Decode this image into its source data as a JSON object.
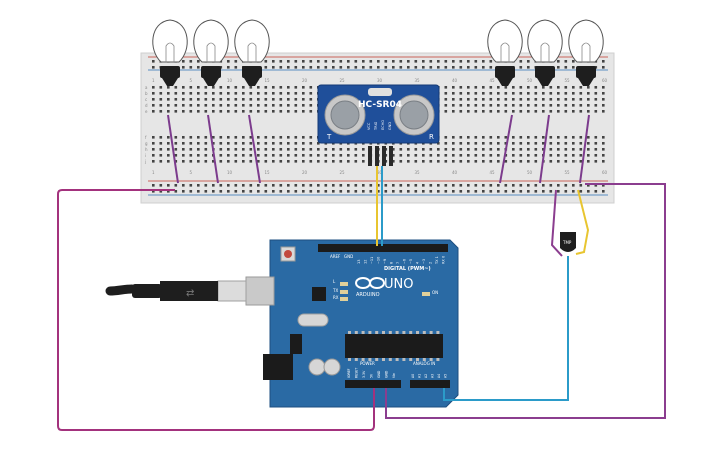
{
  "circuit": {
    "sensor": {
      "model": "HC-SR04",
      "left_mark": "T",
      "right_mark": "R",
      "pins": [
        "VCC",
        "TRIG",
        "ECHO",
        "GND"
      ]
    },
    "board": {
      "name": "UNO",
      "brand": "ARDUINO",
      "aref": "AREF",
      "gnd": "GND",
      "digital_header": "DIGITAL (PWM~)",
      "pin_labels": [
        "13",
        "12",
        "~11",
        "~10",
        "~9",
        "8",
        "7",
        "~6",
        "~5",
        "4",
        "~3",
        "2",
        "TX 1",
        "RX 0"
      ],
      "led_on": "ON",
      "led_tx": "TX",
      "led_rx": "RX",
      "led_l": "L",
      "power_header": "POWER",
      "power_pins": [
        "IOREF",
        "RESET",
        "3.3V",
        "5V",
        "GND",
        "GND",
        "Vin"
      ],
      "analog_header": "ANALOG IN",
      "analog_pins": [
        "A0",
        "A1",
        "A2",
        "A3",
        "A4",
        "A5"
      ]
    },
    "temp_sensor": {
      "label": "TMP"
    },
    "breadboard": {
      "column_numbers": [
        "1",
        "5",
        "10",
        "15",
        "20",
        "25",
        "30",
        "35",
        "40",
        "45",
        "50",
        "55",
        "60"
      ],
      "row_letters_top": [
        "a",
        "b",
        "c",
        "d",
        "e"
      ],
      "row_letters_bottom": [
        "f",
        "g",
        "h",
        "i",
        "j"
      ]
    },
    "lamps": {
      "left_count": 3,
      "right_count": 3
    },
    "colors": {
      "board": "#2a6aa4",
      "breadboard": "#e6e6e6",
      "sensor": "#1f4f9a",
      "wire_purple": "#8b3d8f",
      "wire_magenta": "#a3327d",
      "wire_yellow": "#e8c530",
      "wire_blue": "#2b9bc9"
    }
  }
}
